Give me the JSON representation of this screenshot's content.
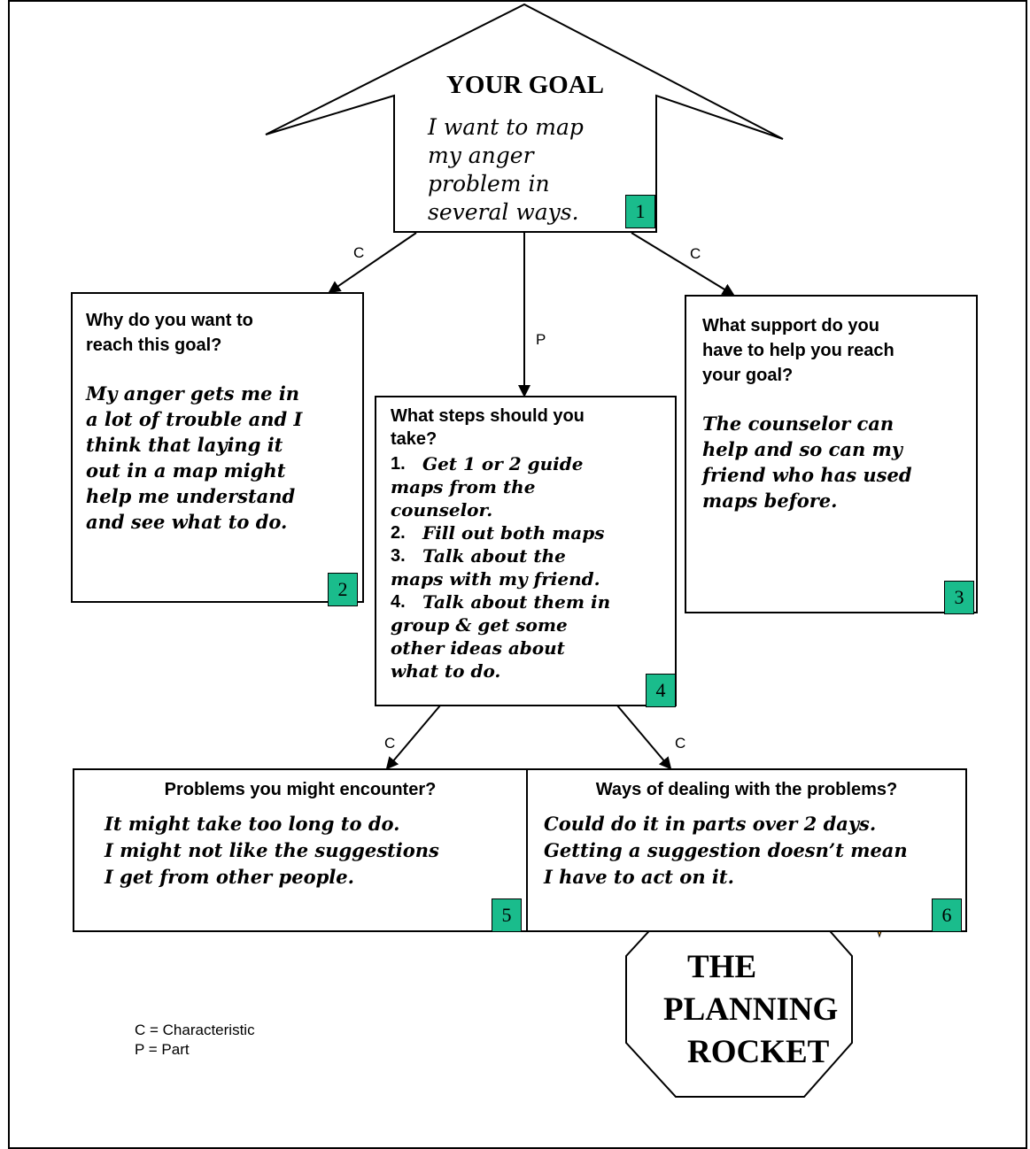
{
  "goal": {
    "heading": "YOUR GOAL",
    "lines": [
      "I want to map",
      "my anger",
      "problem in",
      "several ways."
    ],
    "number": "1"
  },
  "edge_labels": {
    "left_top": "C",
    "middle": "P",
    "right_top": "C",
    "left_bottom": "C",
    "right_bottom": "C"
  },
  "why": {
    "question_lines": [
      "Why do you want to",
      "reach this goal?"
    ],
    "answer_lines": [
      "My anger gets me in",
      "a lot of trouble and I",
      "think that laying it",
      "out in a map might",
      "help me understand",
      "and see what to do."
    ],
    "number": "2"
  },
  "support": {
    "question_lines": [
      "What support do you",
      "have to help you reach",
      "your goal?"
    ],
    "answer_lines": [
      "The counselor can",
      "help and so can my",
      "friend who has used",
      "maps before."
    ],
    "number": "3"
  },
  "steps": {
    "question_lines": [
      "What steps should you",
      "take?"
    ],
    "items": [
      {
        "num": "1.",
        "lines": [
          "Get 1 or 2 guide",
          "maps from the",
          "counselor."
        ]
      },
      {
        "num": "2.",
        "lines": [
          "Fill out both maps"
        ]
      },
      {
        "num": "3.",
        "lines": [
          "Talk about the",
          "maps with my friend."
        ]
      },
      {
        "num": "4.",
        "lines": [
          "Talk about them in",
          "group & get some",
          "other ideas about",
          "what to do."
        ]
      }
    ],
    "number": "4"
  },
  "problems": {
    "question": "Problems you might encounter?",
    "answer_lines": [
      "It might take too long to do.",
      "I might not like the suggestions",
      "I get from other people."
    ],
    "number": "5"
  },
  "solutions": {
    "question": "Ways of dealing with the problems?",
    "answer_lines": [
      "Could do it in parts over 2 days.",
      "Getting a suggestion doesn’t mean",
      "I have to act on it."
    ],
    "number": "6"
  },
  "legend": {
    "c": "C = Characteristic",
    "p": "P = Part"
  },
  "logo": {
    "line1": "THE",
    "line2": "PLANNING",
    "line3": "ROCKET"
  },
  "colors": {
    "badge": "#1abc8c",
    "rocket_body": "#e11",
    "rocket_flame": "#f5a623"
  }
}
